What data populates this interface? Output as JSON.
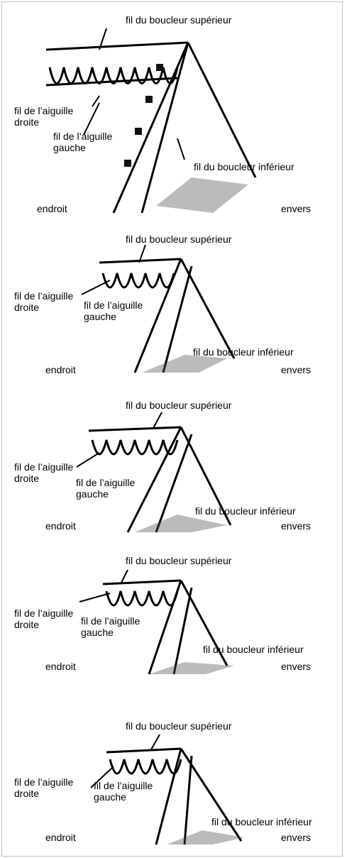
{
  "labels": {
    "upper_looper": "fil du boucleur supérieur",
    "right_needle_l1": "fil de l’aiguille",
    "right_needle_l2": "droite",
    "left_needle_l1": "fil de l’aiguille",
    "left_needle_l2": "gauche",
    "lower_looper": "fil du boucleur inférieur",
    "right_side": "endroit",
    "wrong_side": "envers"
  },
  "panels": [
    {
      "id": 1
    },
    {
      "id": 2
    },
    {
      "id": 3
    },
    {
      "id": 4
    },
    {
      "id": 5
    }
  ]
}
